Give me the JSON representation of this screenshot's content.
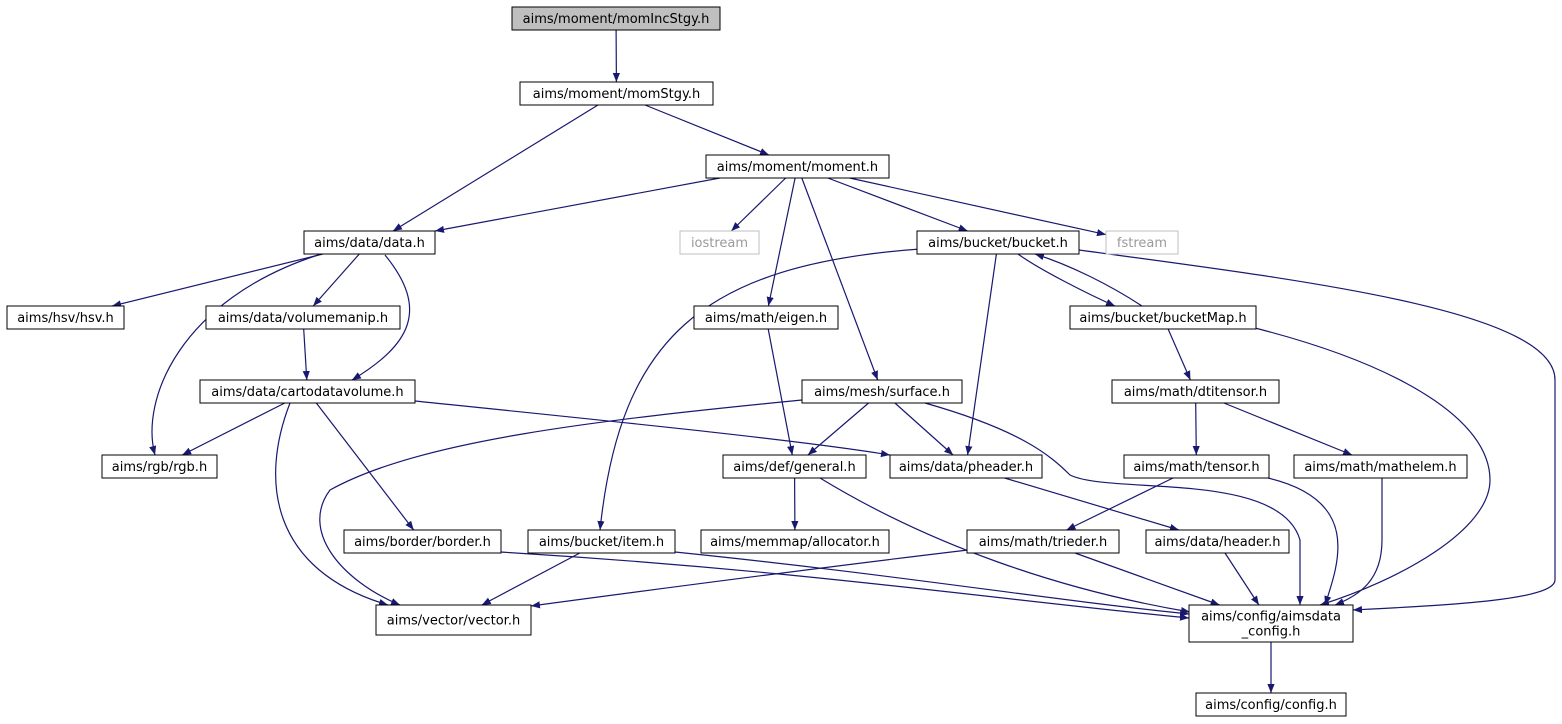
{
  "colors": {
    "edge": "#191970",
    "node_border": "#000000",
    "external_border": "#bfbfbf",
    "external_text": "#9a9a9a",
    "root_fill": "#bfbfbf",
    "node_fill": "#ffffff"
  },
  "nodes": [
    {
      "id": "momIncStgy",
      "label": "aims/moment/momIncStgy.h",
      "kind": "root"
    },
    {
      "id": "momStgy",
      "label": "aims/moment/momStgy.h",
      "kind": "normal"
    },
    {
      "id": "moment",
      "label": "aims/moment/moment.h",
      "kind": "normal"
    },
    {
      "id": "data",
      "label": "aims/data/data.h",
      "kind": "normal"
    },
    {
      "id": "iostream",
      "label": "iostream",
      "kind": "external"
    },
    {
      "id": "bucket",
      "label": "aims/bucket/bucket.h",
      "kind": "normal"
    },
    {
      "id": "fstream",
      "label": "fstream",
      "kind": "external"
    },
    {
      "id": "hsv",
      "label": "aims/hsv/hsv.h",
      "kind": "normal"
    },
    {
      "id": "volumemanip",
      "label": "aims/data/volumemanip.h",
      "kind": "normal"
    },
    {
      "id": "eigen",
      "label": "aims/math/eigen.h",
      "kind": "normal"
    },
    {
      "id": "bucketMap",
      "label": "aims/bucket/bucketMap.h",
      "kind": "normal"
    },
    {
      "id": "cartodatavolume",
      "label": "aims/data/cartodatavolume.h",
      "kind": "normal"
    },
    {
      "id": "surface",
      "label": "aims/mesh/surface.h",
      "kind": "normal"
    },
    {
      "id": "dtitensor",
      "label": "aims/math/dtitensor.h",
      "kind": "normal"
    },
    {
      "id": "rgb",
      "label": "aims/rgb/rgb.h",
      "kind": "normal"
    },
    {
      "id": "general",
      "label": "aims/def/general.h",
      "kind": "normal"
    },
    {
      "id": "pheader",
      "label": "aims/data/pheader.h",
      "kind": "normal"
    },
    {
      "id": "tensor",
      "label": "aims/math/tensor.h",
      "kind": "normal"
    },
    {
      "id": "mathelem",
      "label": "aims/math/mathelem.h",
      "kind": "normal"
    },
    {
      "id": "border",
      "label": "aims/border/border.h",
      "kind": "normal"
    },
    {
      "id": "item",
      "label": "aims/bucket/item.h",
      "kind": "normal"
    },
    {
      "id": "allocator",
      "label": "aims/memmap/allocator.h",
      "kind": "normal"
    },
    {
      "id": "trieder",
      "label": "aims/math/trieder.h",
      "kind": "normal"
    },
    {
      "id": "header",
      "label": "aims/data/header.h",
      "kind": "normal"
    },
    {
      "id": "vector",
      "label": "aims/vector/vector.h",
      "kind": "normal"
    },
    {
      "id": "aimsdata_config",
      "label": "aims/config/aimsdata\n_config.h",
      "kind": "normal"
    },
    {
      "id": "config",
      "label": "aims/config/config.h",
      "kind": "normal"
    }
  ],
  "edges": [
    [
      "momIncStgy",
      "momStgy"
    ],
    [
      "momStgy",
      "data"
    ],
    [
      "momStgy",
      "moment"
    ],
    [
      "moment",
      "data"
    ],
    [
      "moment",
      "iostream"
    ],
    [
      "moment",
      "bucket"
    ],
    [
      "moment",
      "fstream"
    ],
    [
      "moment",
      "eigen"
    ],
    [
      "moment",
      "surface"
    ],
    [
      "data",
      "hsv"
    ],
    [
      "data",
      "volumemanip"
    ],
    [
      "data",
      "cartodatavolume"
    ],
    [
      "data",
      "rgb"
    ],
    [
      "volumemanip",
      "cartodatavolume"
    ],
    [
      "cartodatavolume",
      "rgb"
    ],
    [
      "cartodatavolume",
      "pheader"
    ],
    [
      "cartodatavolume",
      "border"
    ],
    [
      "cartodatavolume",
      "vector"
    ],
    [
      "bucket",
      "item"
    ],
    [
      "bucket",
      "pheader"
    ],
    [
      "bucket",
      "bucketMap"
    ],
    [
      "bucket",
      "aimsdata_config"
    ],
    [
      "bucketMap",
      "bucket"
    ],
    [
      "bucketMap",
      "dtitensor"
    ],
    [
      "bucketMap",
      "aimsdata_config"
    ],
    [
      "eigen",
      "general"
    ],
    [
      "surface",
      "general"
    ],
    [
      "surface",
      "pheader"
    ],
    [
      "surface",
      "vector"
    ],
    [
      "surface",
      "aimsdata_config"
    ],
    [
      "dtitensor",
      "tensor"
    ],
    [
      "dtitensor",
      "mathelem"
    ],
    [
      "tensor",
      "trieder"
    ],
    [
      "tensor",
      "aimsdata_config"
    ],
    [
      "mathelem",
      "aimsdata_config"
    ],
    [
      "general",
      "allocator"
    ],
    [
      "general",
      "aimsdata_config"
    ],
    [
      "pheader",
      "header"
    ],
    [
      "header",
      "aimsdata_config"
    ],
    [
      "trieder",
      "vector"
    ],
    [
      "trieder",
      "aimsdata_config"
    ],
    [
      "border",
      "aimsdata_config"
    ],
    [
      "item",
      "vector"
    ],
    [
      "item",
      "aimsdata_config"
    ],
    [
      "aimsdata_config",
      "config"
    ]
  ]
}
